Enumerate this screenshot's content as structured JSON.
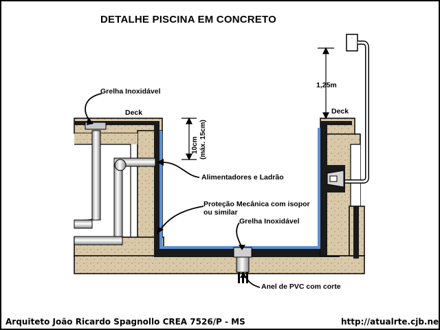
{
  "title": "DETALHE PISCINA EM CONCRETO",
  "labels": {
    "grelha_top": "Grelha Inoxidável",
    "deck_left": "Deck",
    "deck_right": "Deck",
    "height_line1": "10cm",
    "height_line2": "(máx. 15cm)",
    "dim_125": "1,25m",
    "alimentadores": "Alimentadores e Ladrão",
    "protecao_line1": "Proteção Mecânica com isopor",
    "protecao_line2": "ou similar",
    "grelha_bottom": "Grelha Inoxidável",
    "anel": "Anel de PVC com corte"
  },
  "footer": {
    "author": "Arquiteto João Ricardo Spagnollo CREA 7526/P - MS",
    "url": "http://atualrte.cjb.net"
  },
  "colors": {
    "concrete": "#d9c9a8",
    "liner": "#1a1a1a",
    "blue": "#5b8fd6",
    "pipe": "#e6e6e6"
  }
}
